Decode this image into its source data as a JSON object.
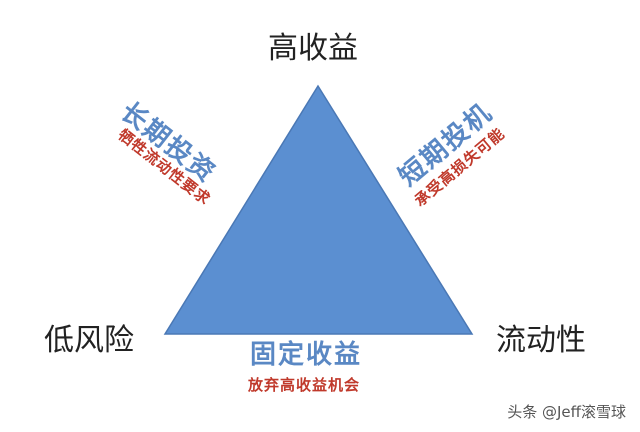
{
  "vertices": {
    "top": "高收益",
    "left": "低风险",
    "right": "流动性"
  },
  "edges": {
    "left": {
      "title": "长期投资",
      "note": "牺牲流动性要求"
    },
    "right": {
      "title": "短期投机",
      "note": "承受高损失可能"
    },
    "bottom": {
      "title": "固定收益",
      "note": "放弃高收益机会"
    }
  },
  "watermark": "头条 @Jeff滚雪球",
  "colors": {
    "triangle_fill": "#5b8fd1",
    "triangle_stroke": "#4a78b5",
    "edge_title": "#5a88c4",
    "edge_note": "#c0392b",
    "vertex_text": "#222222"
  }
}
